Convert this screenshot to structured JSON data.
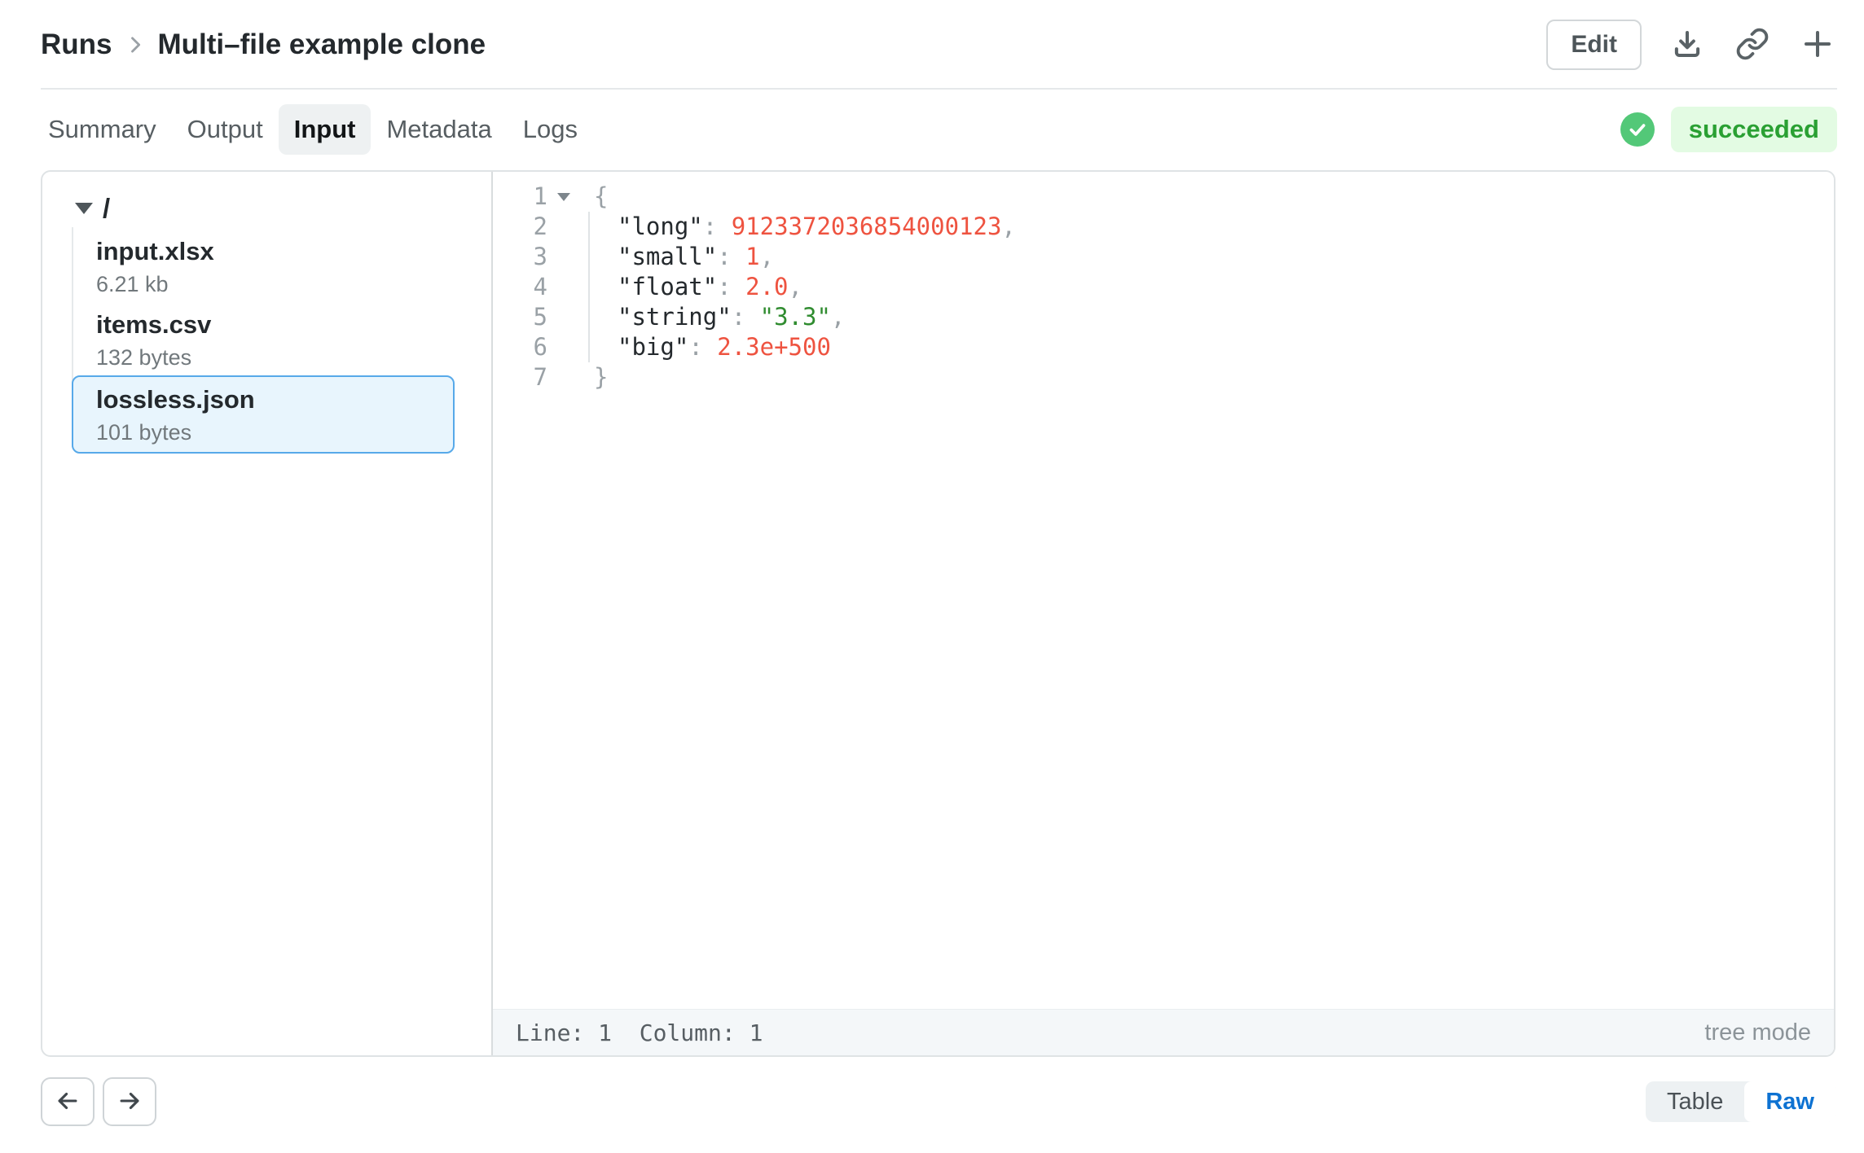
{
  "header": {
    "breadcrumb": {
      "section": "Runs",
      "title": "Multi–file example clone"
    },
    "edit_button": "Edit",
    "icon_buttons": [
      "download-icon",
      "link-icon",
      "plus-icon"
    ]
  },
  "tabs": [
    {
      "label": "Summary",
      "active": false
    },
    {
      "label": "Output",
      "active": false
    },
    {
      "label": "Input",
      "active": true
    },
    {
      "label": "Metadata",
      "active": false
    },
    {
      "label": "Logs",
      "active": false
    }
  ],
  "status": {
    "label": "succeeded",
    "icon": "check-circle"
  },
  "file_tree": {
    "root_label": "/",
    "files": [
      {
        "name": "input.xlsx",
        "size": "6.21 kb",
        "selected": false
      },
      {
        "name": "items.csv",
        "size": "132 bytes",
        "selected": false
      },
      {
        "name": "lossless.json",
        "size": "101 bytes",
        "selected": true
      }
    ]
  },
  "editor": {
    "lines": [
      {
        "number": "1",
        "fold": true,
        "indent": 0,
        "tokens": [
          {
            "text": "{",
            "type": "punct"
          }
        ]
      },
      {
        "number": "2",
        "fold": false,
        "indent": 1,
        "tokens": [
          {
            "text": "\"long\"",
            "type": "key"
          },
          {
            "text": ": ",
            "type": "punct"
          },
          {
            "text": "9123372036854000123",
            "type": "number"
          },
          {
            "text": ",",
            "type": "punct"
          }
        ]
      },
      {
        "number": "3",
        "fold": false,
        "indent": 1,
        "tokens": [
          {
            "text": "\"small\"",
            "type": "key"
          },
          {
            "text": ": ",
            "type": "punct"
          },
          {
            "text": "1",
            "type": "number"
          },
          {
            "text": ",",
            "type": "punct"
          }
        ]
      },
      {
        "number": "4",
        "fold": false,
        "indent": 1,
        "tokens": [
          {
            "text": "\"float\"",
            "type": "key"
          },
          {
            "text": ": ",
            "type": "punct"
          },
          {
            "text": "2.0",
            "type": "number"
          },
          {
            "text": ",",
            "type": "punct"
          }
        ]
      },
      {
        "number": "5",
        "fold": false,
        "indent": 1,
        "tokens": [
          {
            "text": "\"string\"",
            "type": "key"
          },
          {
            "text": ": ",
            "type": "punct"
          },
          {
            "text": "\"3.3\"",
            "type": "string"
          },
          {
            "text": ",",
            "type": "punct"
          }
        ]
      },
      {
        "number": "6",
        "fold": false,
        "indent": 1,
        "tokens": [
          {
            "text": "\"big\"",
            "type": "key"
          },
          {
            "text": ": ",
            "type": "punct"
          },
          {
            "text": "2.3e+500",
            "type": "number"
          }
        ]
      },
      {
        "number": "7",
        "fold": false,
        "indent": 0,
        "tokens": [
          {
            "text": "}",
            "type": "punct"
          }
        ]
      }
    ],
    "status_bar": {
      "position": "Line: 1  Column: 1",
      "mode": "tree mode"
    }
  },
  "footer": {
    "toggle": {
      "options": [
        "Table",
        "Raw"
      ],
      "selected": "Raw"
    }
  },
  "colors": {
    "accent_blue": "#0d72d2",
    "selected_file_border": "#57a9e9",
    "selected_file_bg": "#e8f5fd",
    "status_green_text": "#2aa033",
    "status_green_bg": "#e3fbe3",
    "status_green_circle": "#53c878",
    "tab_active_bg": "#eef1f2",
    "json_key": "#24292d",
    "json_number": "#ee5340",
    "json_string": "#308c30",
    "json_punct": "#9aa1a6",
    "statusbar_bg": "#f4f7f9"
  }
}
